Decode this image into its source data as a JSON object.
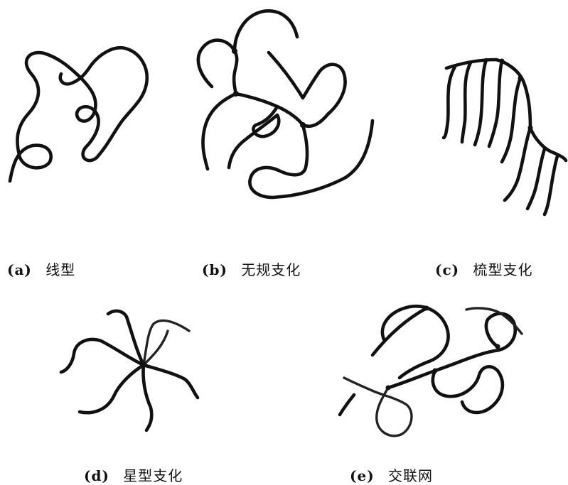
{
  "panels": [
    {
      "id": "a",
      "label": "(a)",
      "name": "线型",
      "icon": "linear-polymer-chain"
    },
    {
      "id": "b",
      "label": "(b)",
      "name": "无规支化",
      "icon": "random-branched-polymer"
    },
    {
      "id": "c",
      "label": "(c)",
      "name": "梳型支化",
      "icon": "comb-branched-polymer"
    },
    {
      "id": "d",
      "label": "(d)",
      "name": "星型支化",
      "icon": "star-branched-polymer"
    },
    {
      "id": "e",
      "label": "(e)",
      "name": "交联网",
      "icon": "crosslinked-network"
    }
  ],
  "colors": {
    "ink": "#111111",
    "background": "#ffffff"
  }
}
